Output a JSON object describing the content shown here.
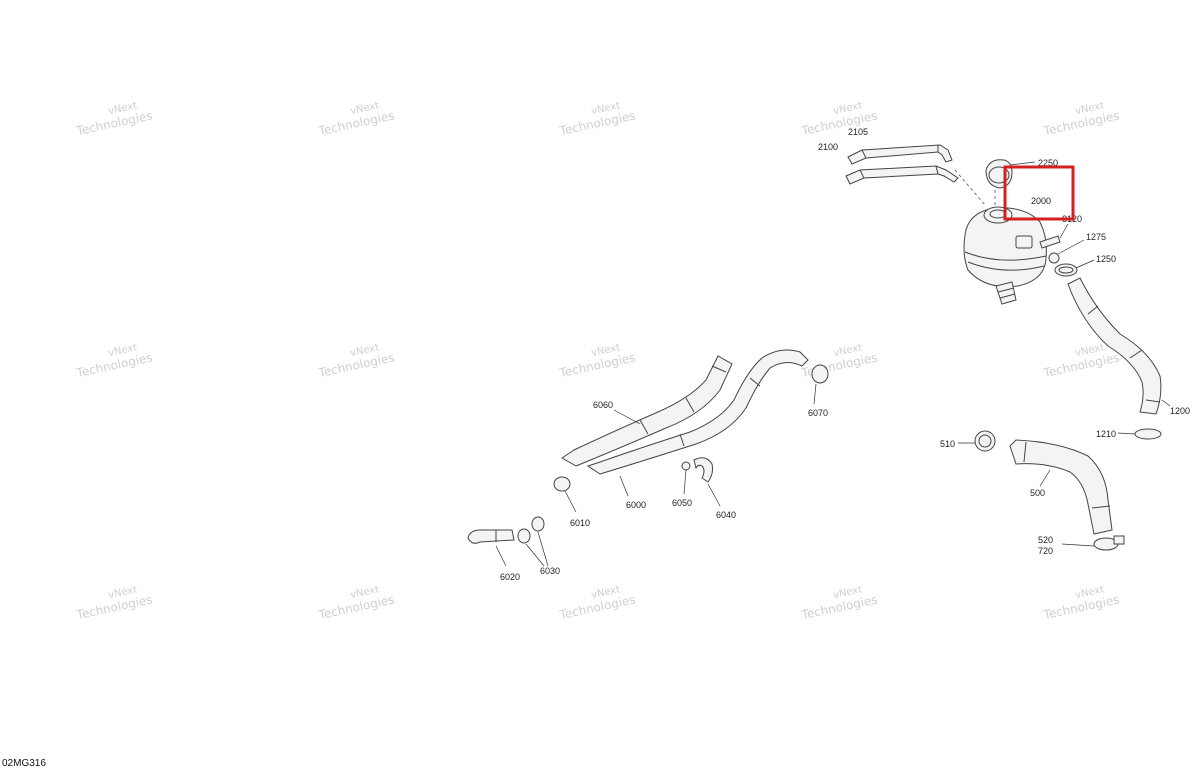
{
  "watermark": {
    "line1": "vNext",
    "line2": "Technologies",
    "full": "vNext Technologies"
  },
  "drawing_code": "02MG316",
  "highlight_color": "#d62020",
  "parts": [
    {
      "id": "2105",
      "label": "2105"
    },
    {
      "id": "2100",
      "label": "2100"
    },
    {
      "id": "2250",
      "label": "2250"
    },
    {
      "id": "2000",
      "label": "2000"
    },
    {
      "id": "8120",
      "label": "8120"
    },
    {
      "id": "1275",
      "label": "1275"
    },
    {
      "id": "1250",
      "label": "1250"
    },
    {
      "id": "1200",
      "label": "1200"
    },
    {
      "id": "1210",
      "label": "1210"
    },
    {
      "id": "510",
      "label": "510"
    },
    {
      "id": "500",
      "label": "500"
    },
    {
      "id": "520",
      "label": "520"
    },
    {
      "id": "720",
      "label": "720"
    },
    {
      "id": "6060",
      "label": "6060"
    },
    {
      "id": "6070",
      "label": "6070"
    },
    {
      "id": "6000",
      "label": "6000"
    },
    {
      "id": "6050",
      "label": "6050"
    },
    {
      "id": "6040",
      "label": "6040"
    },
    {
      "id": "6010",
      "label": "6010"
    },
    {
      "id": "6020",
      "label": "6020"
    },
    {
      "id": "6030",
      "label": "6030"
    }
  ]
}
